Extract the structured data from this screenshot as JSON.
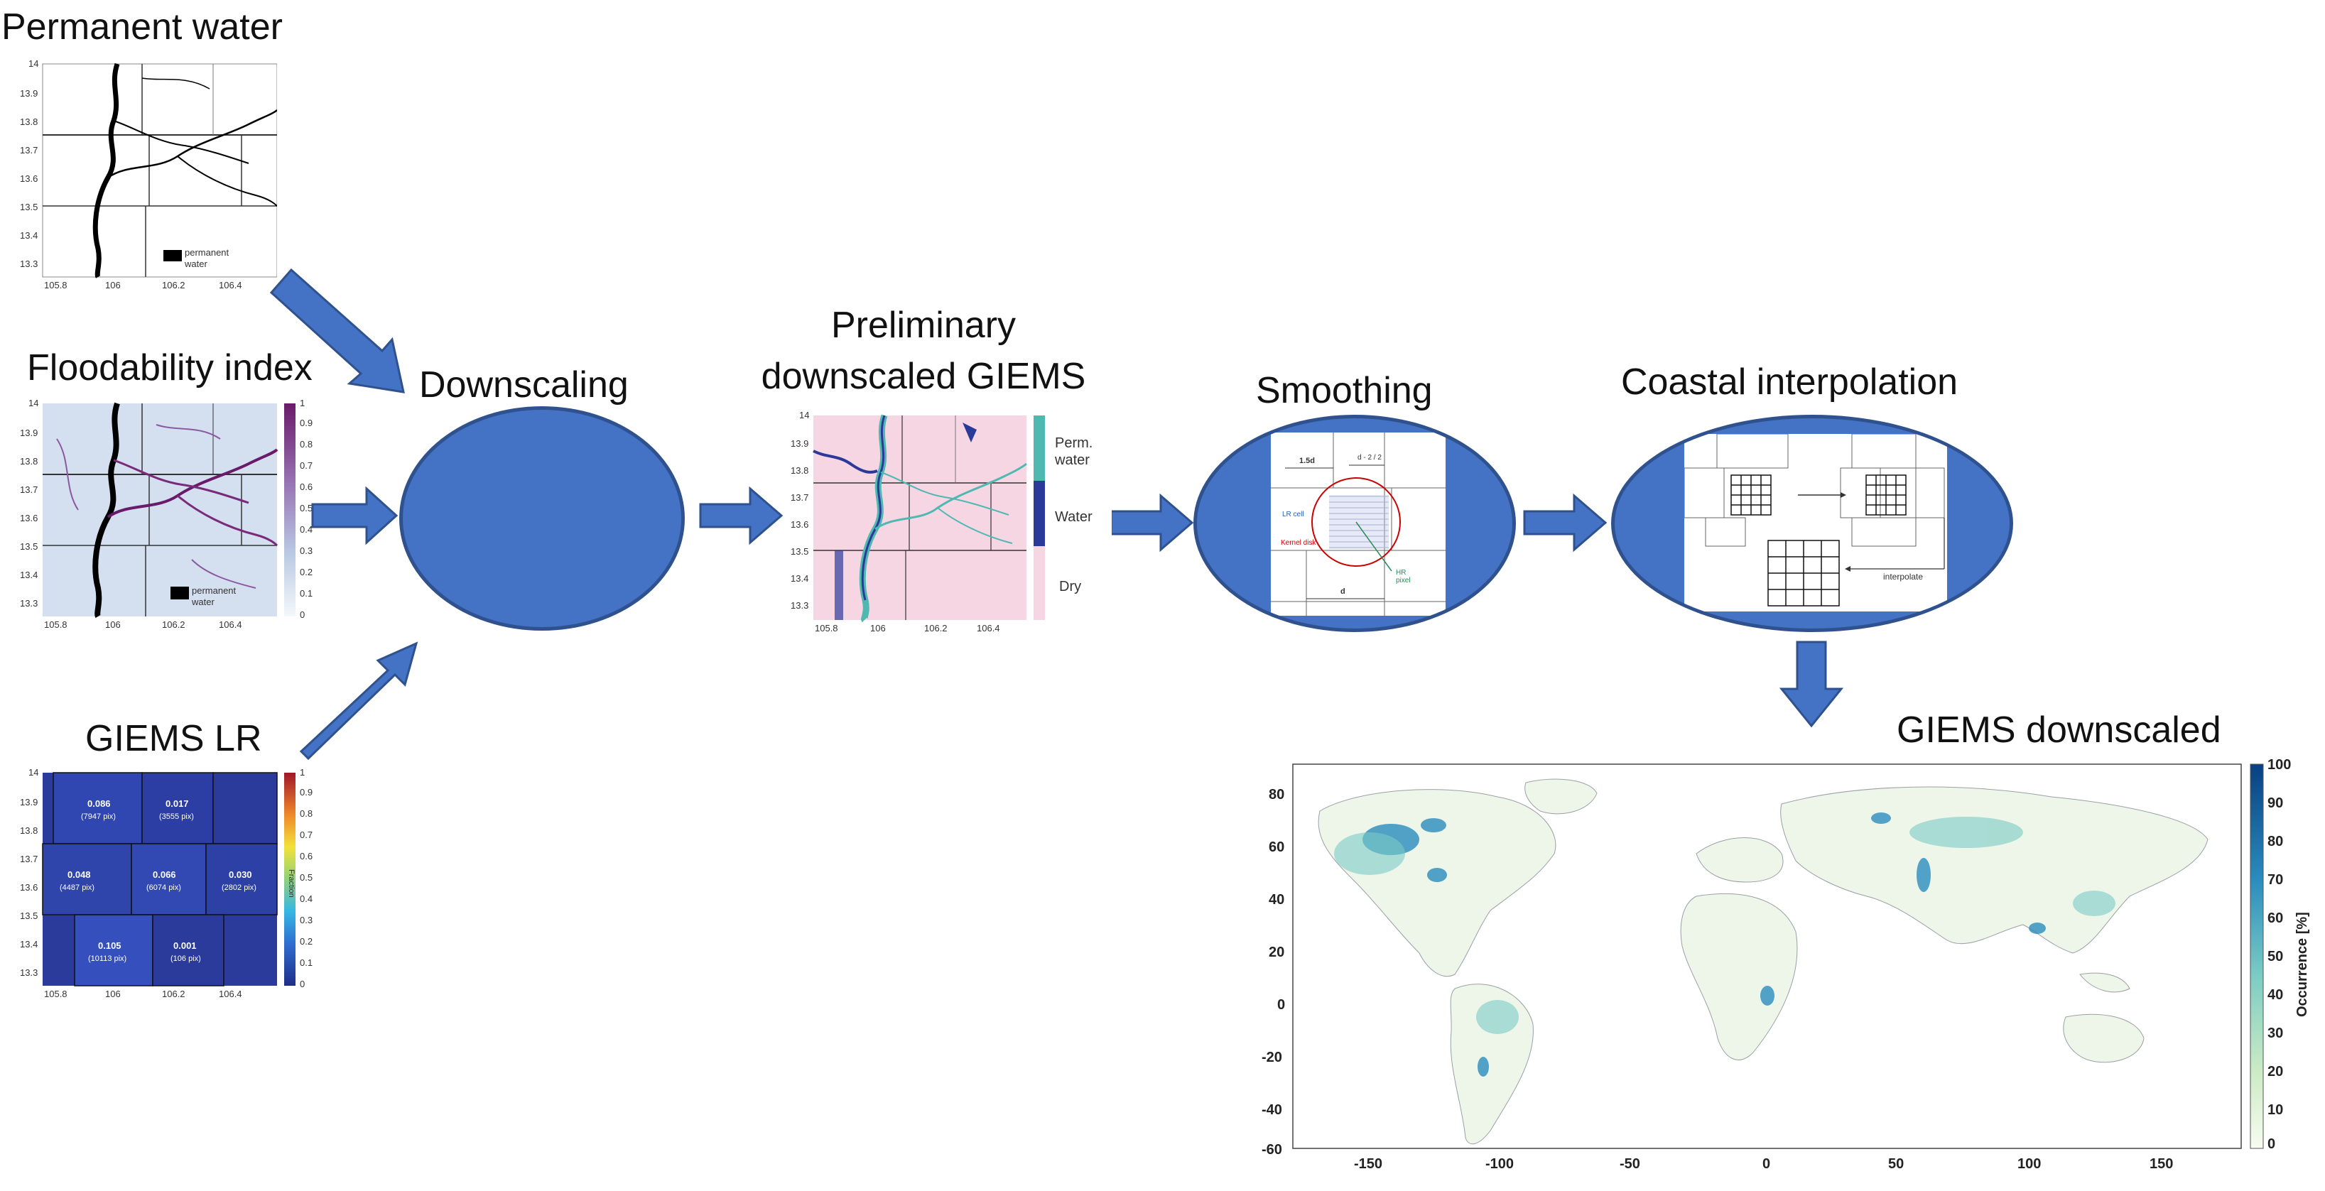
{
  "titles": {
    "permanent_water": "Permanent water",
    "floodability_index": "Floodability index",
    "giems_lr": "GIEMS LR",
    "downscaling": "Downscaling",
    "preliminary_line1": "Preliminary",
    "preliminary_line2": "downscaled GIEMS",
    "smoothing": "Smoothing",
    "coastal_interpolation": "Coastal interpolation",
    "giems_downscaled": "GIEMS downscaled"
  },
  "small_maps": {
    "y_ticks": [
      "14",
      "13.9",
      "13.8",
      "13.7",
      "13.6",
      "13.5",
      "13.4",
      "13.3"
    ],
    "x_ticks": [
      "105.8",
      "106",
      "106.2",
      "106.4"
    ],
    "permanent_legend_line1": "permanent",
    "permanent_legend_line2": "water"
  },
  "floodability_colorbar": [
    "1",
    "0.9",
    "0.8",
    "0.7",
    "0.6",
    "0.5",
    "0.4",
    "0.3",
    "0.2",
    "0.1",
    "0"
  ],
  "giems_lr_colorbar": [
    "1",
    "0.9",
    "0.8",
    "0.7",
    "0.6",
    "0.5",
    "0.4",
    "0.3",
    "0.2",
    "0.1",
    "0"
  ],
  "giems_lr_colorbar_label": "Fraction",
  "giems_lr_cells": [
    {
      "value": "0.086",
      "pix": "(7947 pix)"
    },
    {
      "value": "0.017",
      "pix": "(3555 pix)"
    },
    {
      "value": "0.048",
      "pix": "(4487 pix)"
    },
    {
      "value": "0.066",
      "pix": "(6074 pix)"
    },
    {
      "value": "0.030",
      "pix": "(2802 pix)"
    },
    {
      "value": "0.105",
      "pix": "(10113 pix)"
    },
    {
      "value": "0.001",
      "pix": "(106 pix)"
    }
  ],
  "preliminary_legend": {
    "perm_line1": "Perm.",
    "perm_line2": "water",
    "water": "Water",
    "dry": "Dry"
  },
  "smoothing_diagram": {
    "label_a": "1.5d",
    "label_b": "d - 2 / 2",
    "label_lr": "LR cell",
    "label_kernel": "Kernel disk",
    "label_hr": "HR pixel",
    "label_d": "d"
  },
  "coastal_diagram": {
    "label_interpolate": "interpolate"
  },
  "world_map": {
    "y_ticks": [
      "80",
      "60",
      "40",
      "20",
      "0",
      "-20",
      "-40",
      "-60"
    ],
    "x_ticks": [
      "-150",
      "-100",
      "-50",
      "0",
      "50",
      "100",
      "150"
    ],
    "colorbar_ticks": [
      "100",
      "90",
      "80",
      "70",
      "60",
      "50",
      "40",
      "30",
      "20",
      "10",
      "0"
    ],
    "colorbar_label": "Occurrence [%]"
  },
  "colors": {
    "arrow_fill": "#4472c4",
    "arrow_stroke": "#2f528f",
    "ellipse_fill": "#4472c4",
    "lr_blue": "#2a3b9c",
    "perm_water_teal": "#4fb8b0",
    "water_blue": "#2b3a9a",
    "dry_pink": "#f7d6e3"
  }
}
